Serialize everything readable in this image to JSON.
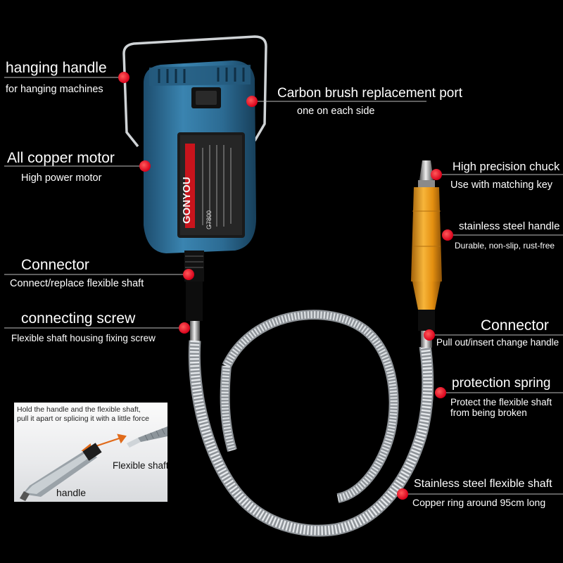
{
  "colors": {
    "background": "#000000",
    "marker": "#e8001c",
    "motor_body": "#2f6e96",
    "handle_gold": "#f2a11a",
    "hose": "#c9cdd1"
  },
  "product": {
    "brand": "GONYOU",
    "model": "G7800"
  },
  "callouts": {
    "hanging_handle": {
      "title": "hanging handle",
      "sub": "for hanging machines"
    },
    "carbon_brush": {
      "title": "Carbon brush replacement port",
      "sub": "one on each side"
    },
    "copper_motor": {
      "title": "All copper motor",
      "sub": "High power motor"
    },
    "chuck": {
      "title": "High precision chuck",
      "sub": "Use with matching key"
    },
    "steel_handle": {
      "title": "stainless steel handle",
      "sub": "Durable, non-slip, rust-free"
    },
    "connector_left": {
      "title": "Connector",
      "sub": "Connect/replace flexible shaft"
    },
    "connecting_screw": {
      "title": "connecting screw",
      "sub": "Flexible shaft housing fixing screw"
    },
    "connector_right": {
      "title": "Connector",
      "sub": "Pull out/insert change handle"
    },
    "protection_spring": {
      "title": "protection spring",
      "sub_line1": "Protect the flexible shaft",
      "sub_line2": "from being broken"
    },
    "flexible_shaft": {
      "title": "Stainless steel flexible shaft",
      "sub": "Copper ring around 95cm long"
    }
  },
  "inset": {
    "note_line1": "Hold the handle and the flexible shaft,",
    "note_line2": "pull it apart or splicing it with a little force",
    "label_shaft": "Flexible shaft",
    "label_handle": "handle"
  }
}
